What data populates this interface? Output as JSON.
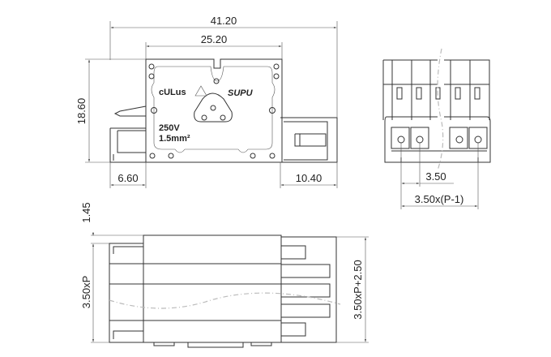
{
  "dimensions": {
    "overall_length": "41.20",
    "body_length": "25.20",
    "height": "18.60",
    "left_offset": "6.60",
    "right_offset": "10.40",
    "pitch": "3.50",
    "pitch_span": "3.50x(P-1)",
    "top_offset": "1.45",
    "width_pitch": "3.50xP",
    "total_width": "3.50xP+2.50"
  },
  "markings": {
    "voltage": "250V",
    "wire": "1.5mm²",
    "brand": "SUPU",
    "cert": "cULus"
  }
}
